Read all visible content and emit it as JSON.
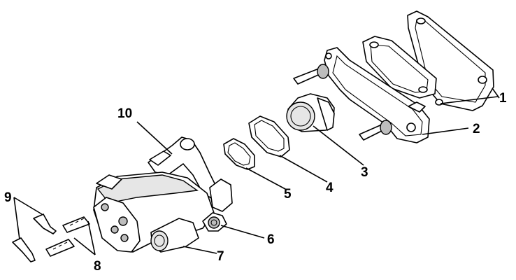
{
  "callouts": [
    {
      "id": "part-1",
      "label": "1"
    },
    {
      "id": "part-2",
      "label": "2"
    },
    {
      "id": "part-3",
      "label": "3"
    },
    {
      "id": "part-4",
      "label": "4"
    },
    {
      "id": "part-5",
      "label": "5"
    },
    {
      "id": "part-6",
      "label": "6"
    },
    {
      "id": "part-7",
      "label": "7"
    },
    {
      "id": "part-8",
      "label": "8"
    },
    {
      "id": "part-9",
      "label": "9"
    },
    {
      "id": "part-10",
      "label": "10"
    }
  ],
  "colors": {
    "line": "#000000",
    "background": "#ffffff",
    "shade": "#e6e6e6"
  }
}
